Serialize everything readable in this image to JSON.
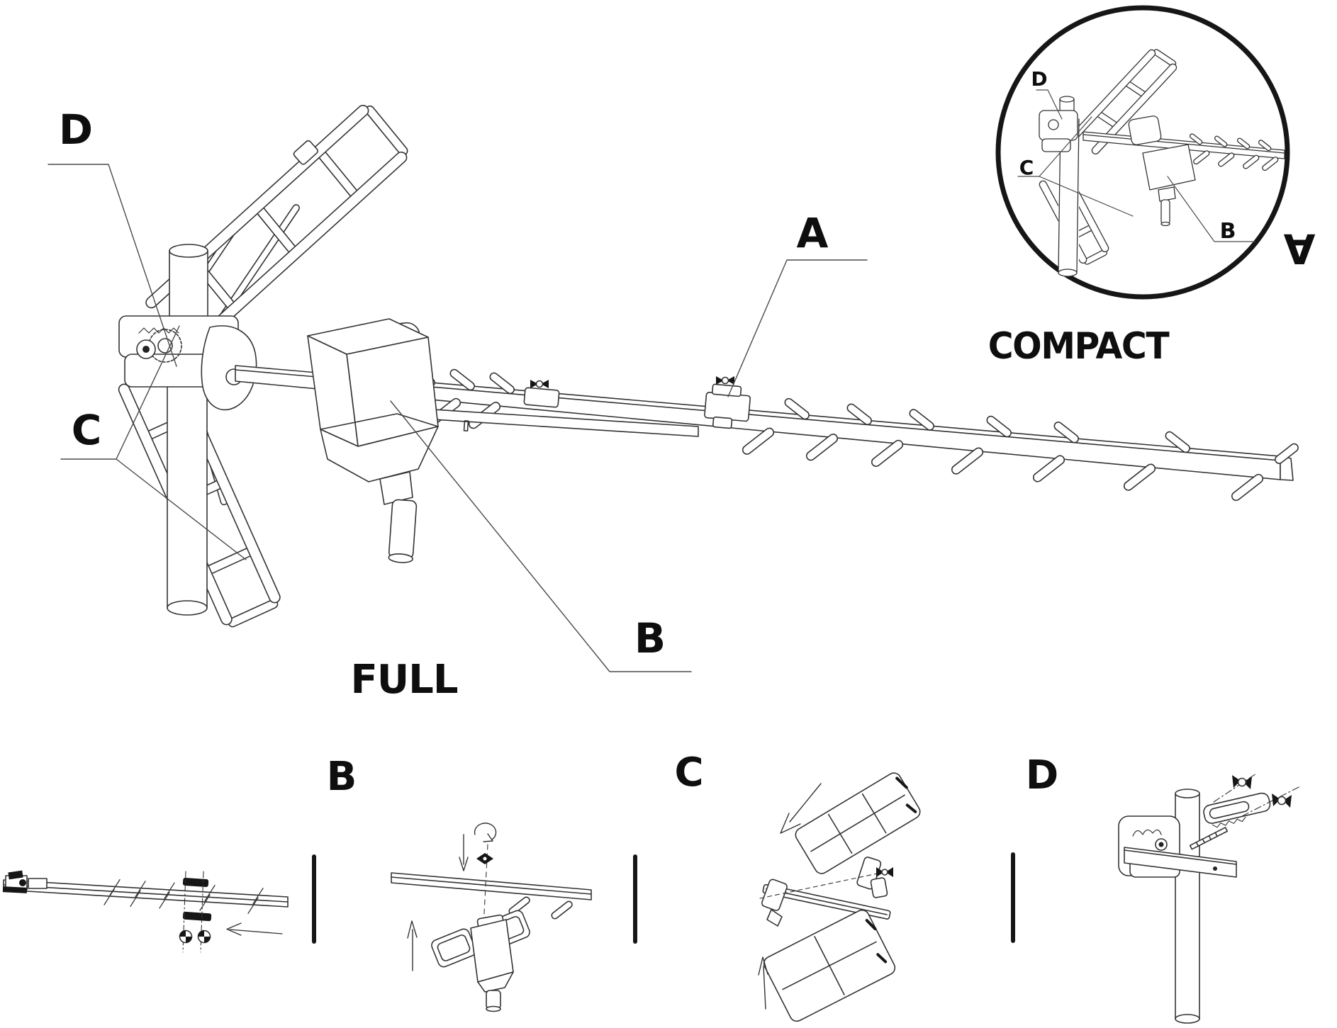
{
  "colors": {
    "ink": "#111111",
    "line": "#333333",
    "leader": "#4a4a4a",
    "background": "#ffffff"
  },
  "full_view": {
    "title": "FULL",
    "callout_a": "A",
    "callout_b": "B",
    "callout_c": "C",
    "callout_d": "D"
  },
  "compact_view": {
    "title": "COMPACT",
    "callout_a": "A",
    "callout_b": "B",
    "callout_c": "C",
    "callout_d": "D"
  },
  "steps": {
    "step_b": "B",
    "step_c": "C",
    "step_d": "D"
  },
  "icons": {
    "left_arrow": "◁",
    "down_arrow": "▽",
    "up_arrow": "△",
    "rotate_arrow": "↻",
    "insert_arrow": "◁"
  }
}
